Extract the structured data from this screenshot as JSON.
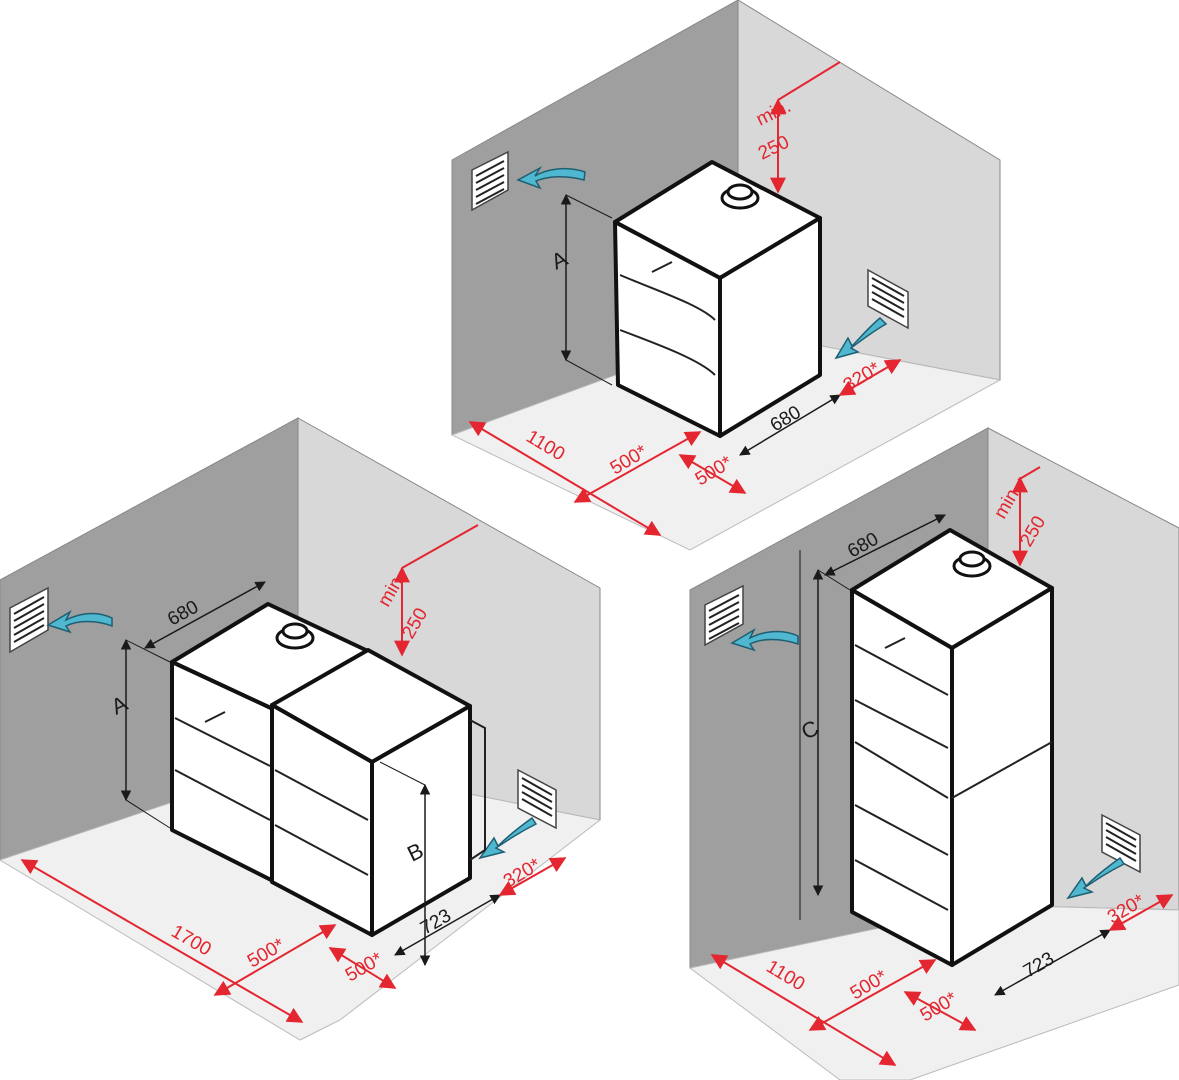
{
  "dimensions": {
    "A": "A",
    "B": "B",
    "C": "C",
    "d680": "680",
    "d723": "723",
    "d1100": "1100",
    "d1700": "1700",
    "d500": "500",
    "d320": "320",
    "asterisk": "*",
    "min": "min.",
    "d250": "250"
  },
  "colors": {
    "dimension_red": "#e3262f",
    "air_arrow": "#4fb7cf",
    "wall_dark": "#9f9f9f",
    "wall_light": "#d8d8d8"
  }
}
